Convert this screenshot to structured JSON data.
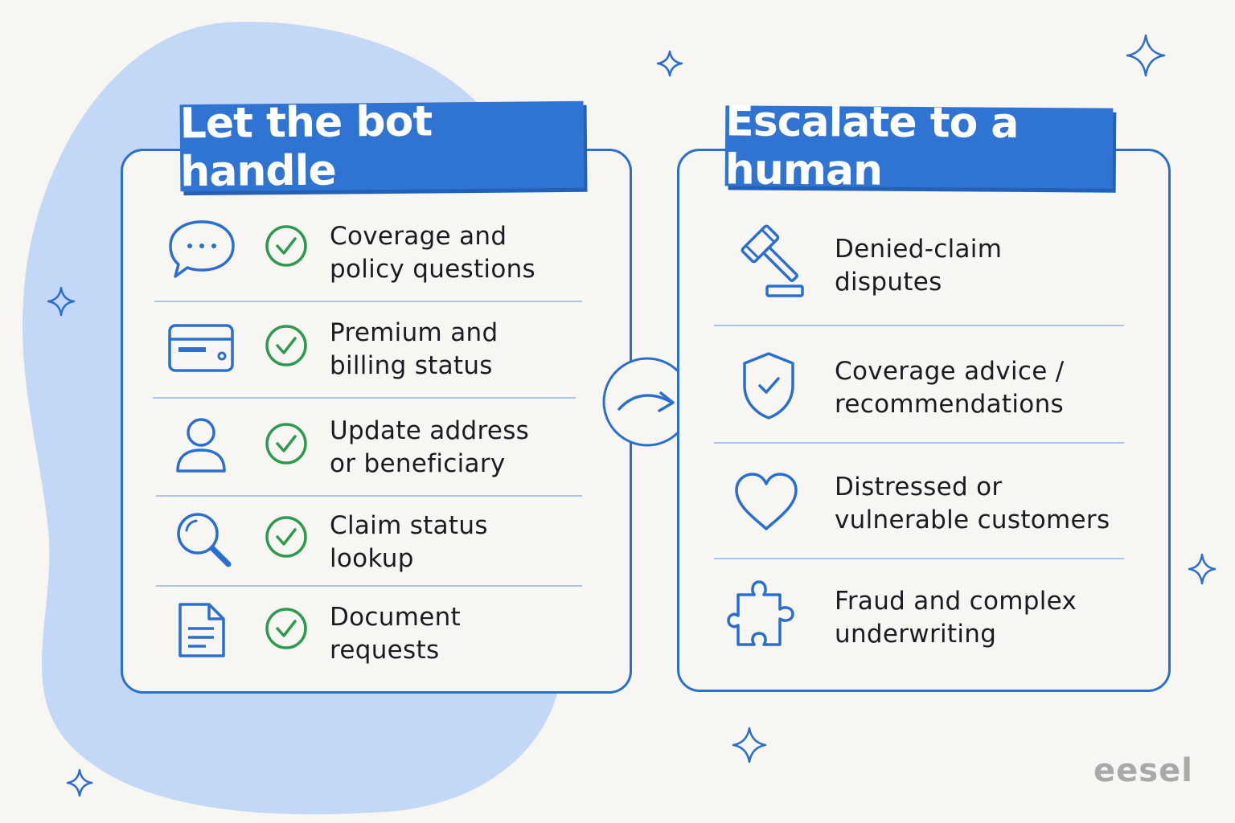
{
  "left": {
    "title": "Let the bot handle",
    "items": [
      {
        "line1": "Coverage and",
        "line2": "policy questions",
        "icon": "chat-bubble-icon"
      },
      {
        "line1": "Premium and",
        "line2": "billing status",
        "icon": "credit-card-icon"
      },
      {
        "line1": "Update address",
        "line2": "or beneficiary",
        "icon": "user-icon"
      },
      {
        "line1": "Claim status",
        "line2": "lookup",
        "icon": "magnifier-icon"
      },
      {
        "line1": "Document",
        "line2": "requests",
        "icon": "document-icon"
      }
    ]
  },
  "right": {
    "title": "Escalate to a human",
    "items": [
      {
        "line1": "Denied-claim",
        "line2": "disputes",
        "icon": "gavel-icon"
      },
      {
        "line1": "Coverage advice /",
        "line2": "recommendations",
        "icon": "shield-check-icon"
      },
      {
        "line1": "Distressed or",
        "line2": "vulnerable customers",
        "icon": "heart-icon"
      },
      {
        "line1": "Fraud and complex",
        "line2": "underwriting",
        "icon": "puzzle-icon"
      }
    ]
  },
  "brand": "eesel",
  "colors": {
    "accent": "#2f73d3",
    "check": "#2e9a4f",
    "blob": "#c2d8f6",
    "background": "#f7f6f3"
  }
}
